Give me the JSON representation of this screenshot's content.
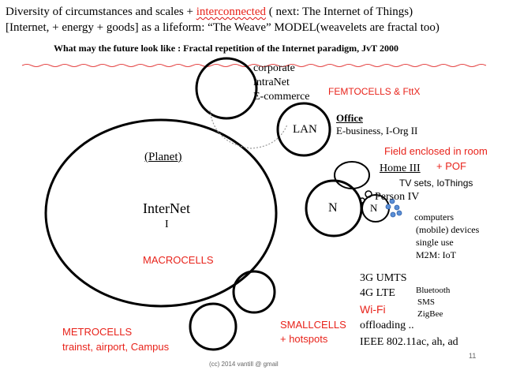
{
  "header": {
    "line1_a": "Diversity of circumstances and scales + ",
    "line1_b": "interconnected",
    "line1_c": " ( next: The Internet of Things)",
    "line2": "[Internet, + energy + goods] as a lifeform: “The Weave” MODEL(weavelets are fractal too)",
    "subtitle": "What may the future look like :   Fractal repetition of the Internet paradigm, JvT 2000"
  },
  "labels": {
    "planet": "(Planet)",
    "internet": "InterNet",
    "internet_level": "I",
    "macrocells": "MACROCELLS",
    "corporate_1": "corporate",
    "corporate_2": "intraNet",
    "corporate_3": "E-commerce",
    "femtocells": "FEMTOCELLS & FttX",
    "lan": "LAN",
    "office_title": "Office",
    "office_sub": "E-business, I-Org  II",
    "field_1": "Field enclosed in room",
    "field_2": "+ POF",
    "home": "Home III",
    "tv_sets": "TV sets, IoThings",
    "person": "Person IV",
    "n_big": "N",
    "n_small": "N",
    "computers_1": "computers",
    "computers_2": "(mobile) devices",
    "computers_3": "single use",
    "computers_4": "M2M: IoT",
    "mobile_3g": "3G UMTS",
    "mobile_4g": "4G LTE",
    "wifi": "Wi-Fi",
    "offloading": "offloading ..",
    "ieee": "IEEE 802.11ac, ah, ad",
    "bluetooth": "Bluetooth",
    "sms": "SMS",
    "zigbee": "ZigBee",
    "smallcells_1": "SMALLCELLS",
    "smallcells_2": "+ hotspots",
    "metrocells_1": "METROCELLS",
    "metrocells_2": "trainst, airport, Campus"
  },
  "footer": {
    "copyright": "(cc) 2014 vantill @ gmail",
    "page_number": "11"
  },
  "colors": {
    "accent_red": "#e8231b",
    "node_blue": "#5b8fd6",
    "ink": "#000000"
  }
}
